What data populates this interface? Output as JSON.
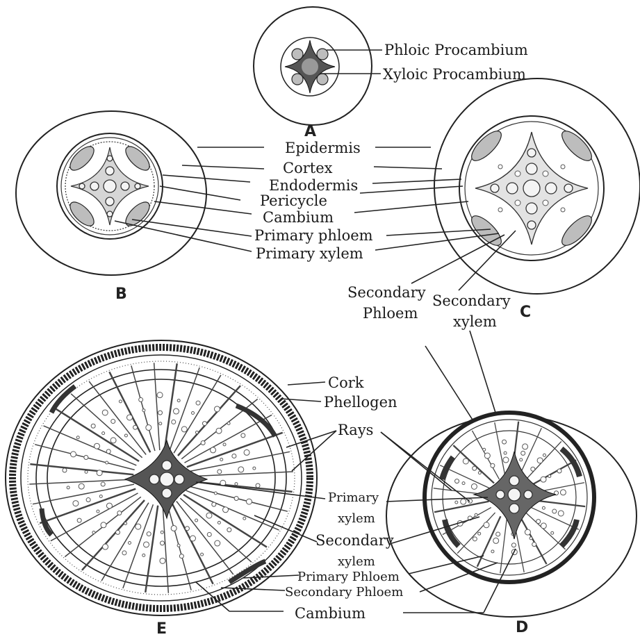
{
  "figures": {
    "A": {
      "letter": "A",
      "labels": {
        "phloic_procambium": "Phloic Procambium",
        "xyloic_procambium": "Xyloic Procambium"
      }
    },
    "B": {
      "letter": "B"
    },
    "C": {
      "letter": "C"
    },
    "D": {
      "letter": "D"
    },
    "E": {
      "letter": "E"
    }
  },
  "shared_labels": {
    "epidermis": "Epidermis",
    "cortex": "Cortex",
    "endodermis": "Endodermis",
    "pericycle": "Pericycle",
    "cambium": "Cambium",
    "primary_phloem": "Primary phloem",
    "primary_xylem": "Primary xylem",
    "secondary_phloem_line1": "Secondary",
    "secondary_phloem_line2": "Phloem",
    "secondary_xylem_line1": "Secondary",
    "secondary_xylem_line2": "xylem"
  },
  "lower_labels": {
    "cork": "Cork",
    "phellogen": "Phellogen",
    "rays": "Rays",
    "primary_xylem_line1": "Primary",
    "primary_xylem_line2": "xylem",
    "secondary_xylem_line1": "Secondary",
    "secondary_xylem_line2": "xylem",
    "primary_phloem": "Primary Phloem",
    "secondary_phloem": "Secondary Phloem",
    "cambium": "Cambium"
  }
}
